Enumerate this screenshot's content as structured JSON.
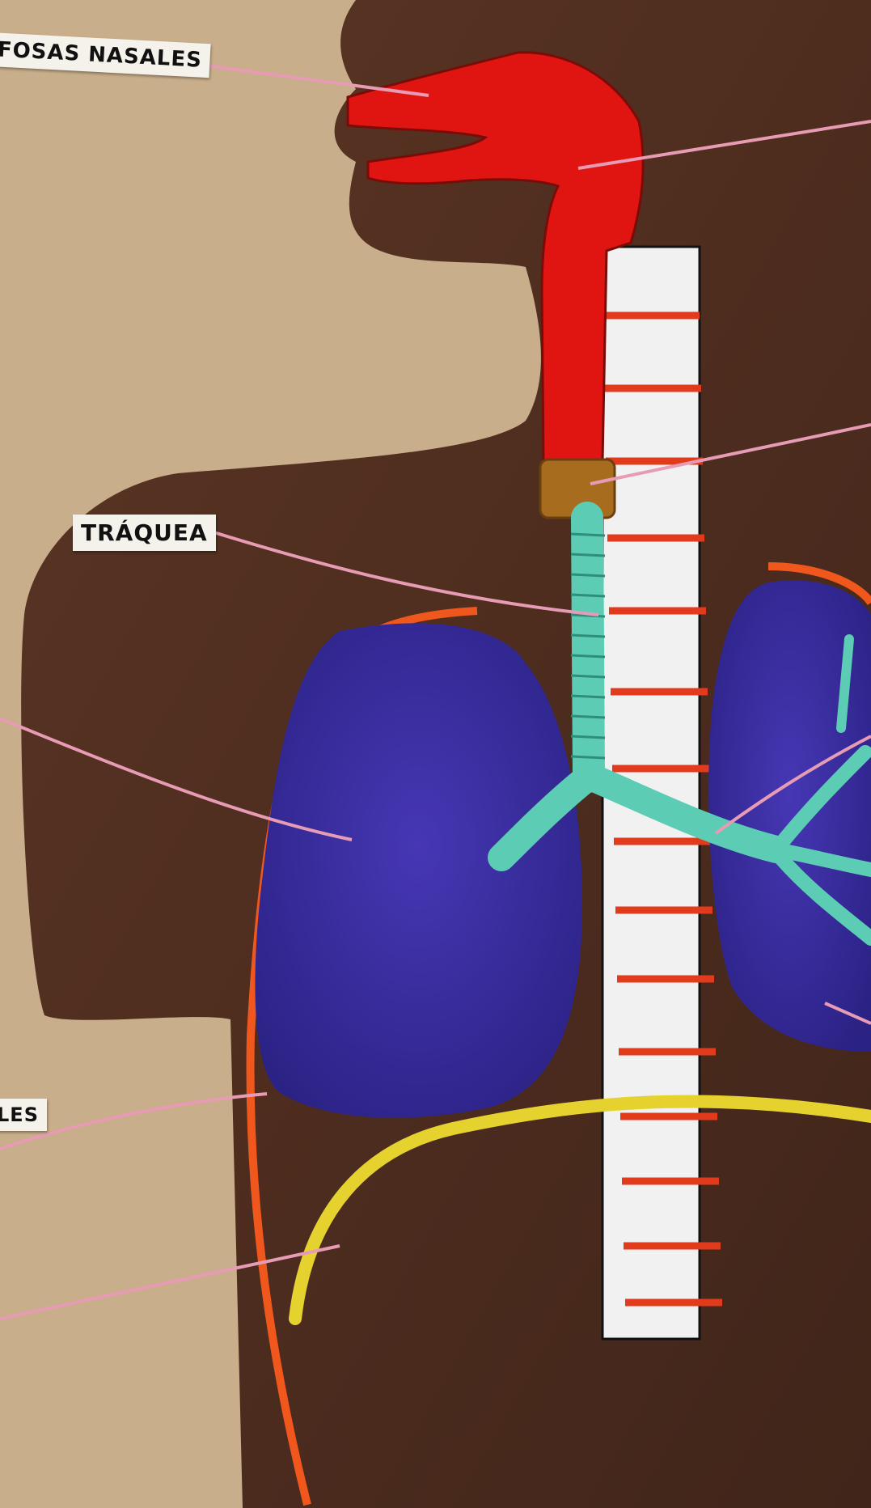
{
  "labels": {
    "nasal": "FOSAS NASALES",
    "trachea": "TRÁQUEA",
    "partial_left": "LES"
  },
  "colors": {
    "paper": "#c9b08c",
    "body": "#4f2d1e",
    "nasal_cavity": "#e01512",
    "lung": "#3a2ea0",
    "trachea": "#5ccdb4",
    "pleura_outline": "#f0571d",
    "diaphragm": "#e6d22f",
    "string": "#e79bb5",
    "vertebra": "#f2f2f2",
    "disc": "#e23a1c"
  }
}
